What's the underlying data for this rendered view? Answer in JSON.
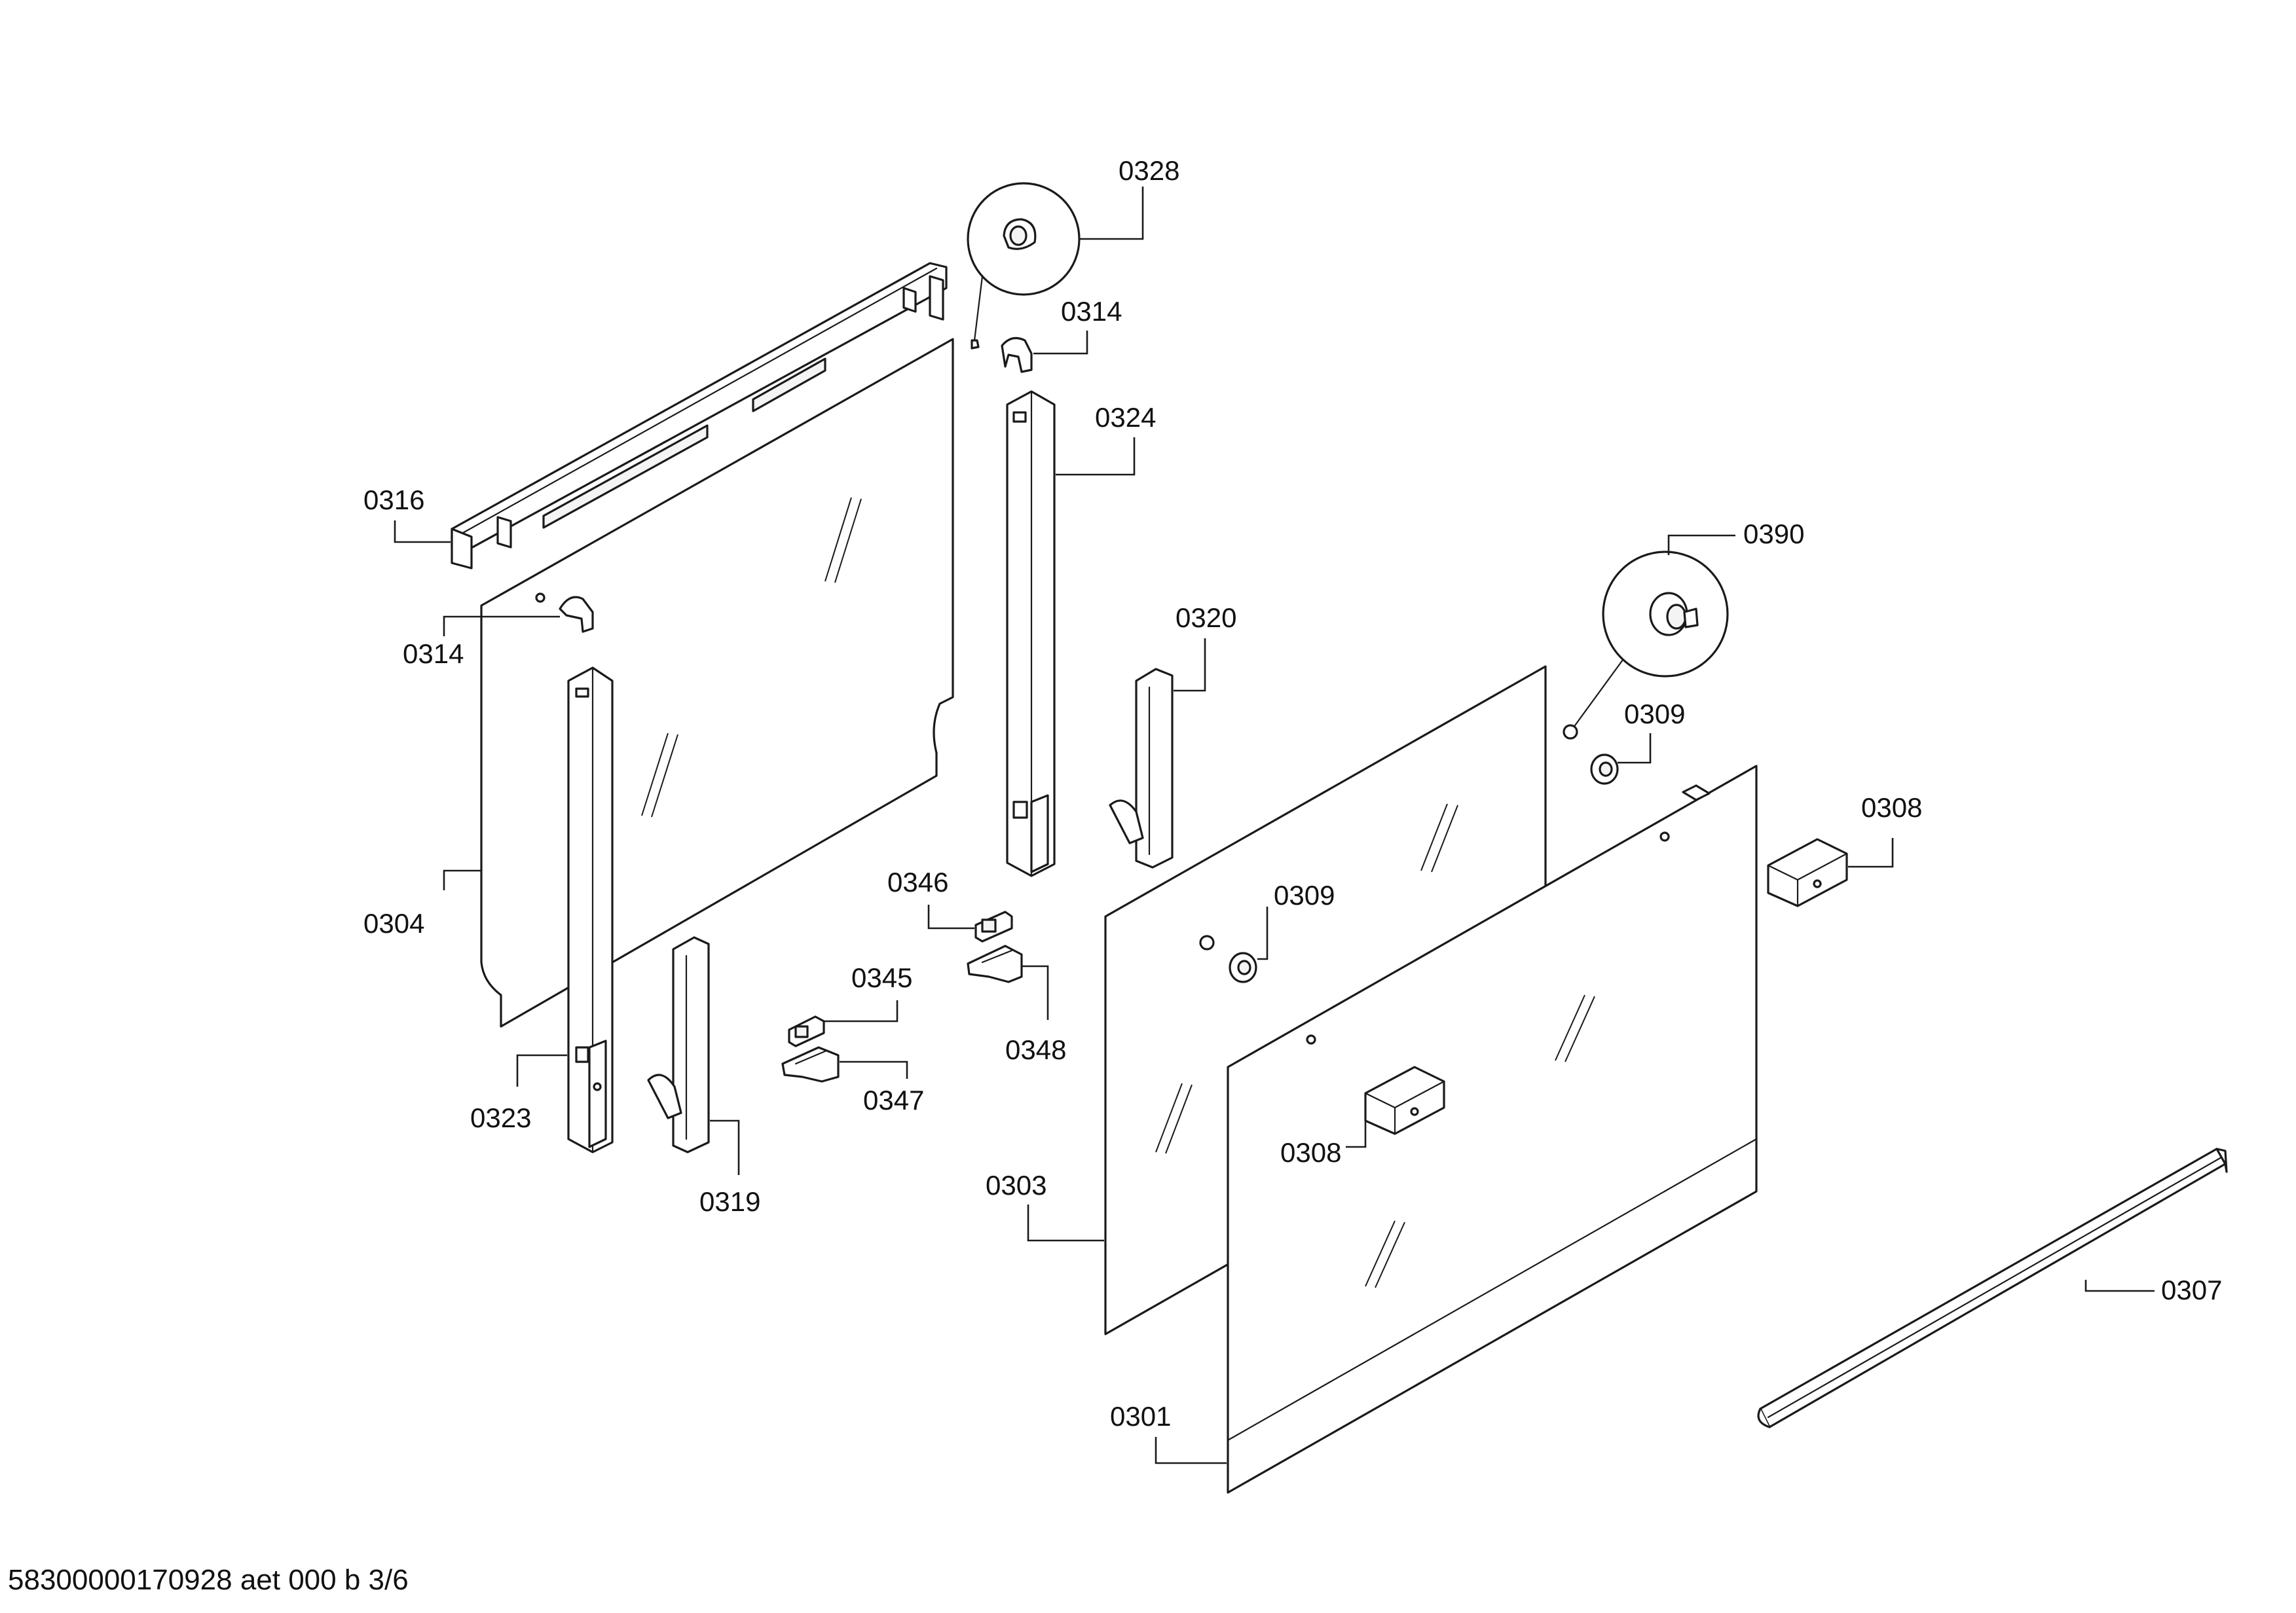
{
  "callouts": {
    "c0328": "0328",
    "c0314_top": "0314",
    "c0324": "0324",
    "c0316": "0316",
    "c0314_left": "0314",
    "c0390": "0390",
    "c0320": "0320",
    "c0309_right": "0309",
    "c0308_right": "0308",
    "c0304": "0304",
    "c0346": "0346",
    "c0309_mid": "0309",
    "c0345": "0345",
    "c0348": "0348",
    "c0347": "0347",
    "c0323": "0323",
    "c0319": "0319",
    "c0308_mid": "0308",
    "c0303": "0303",
    "c0307": "0307",
    "c0301": "0301"
  },
  "footer": {
    "document_id": "58300000170928 aet 000 b 3/6"
  }
}
